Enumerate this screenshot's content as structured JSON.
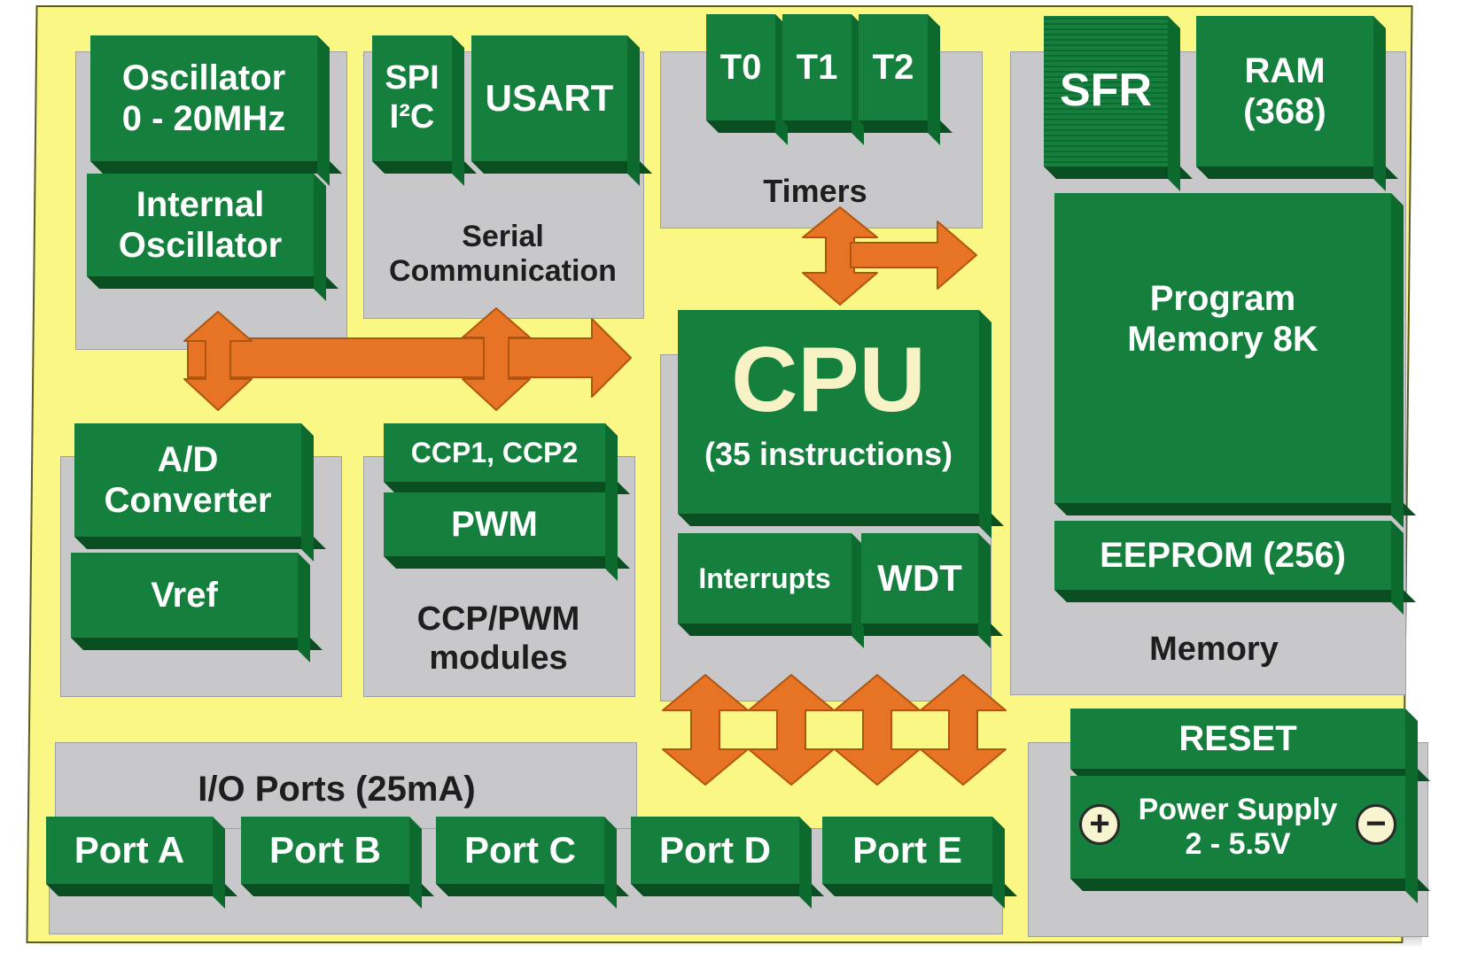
{
  "blocks": {
    "oscillator": "Oscillator\n0 - 20MHz",
    "internal_oscillator": "Internal\nOscillator",
    "spi": "SPI",
    "i2c": "I²C",
    "usart": "USART",
    "t0": "T0",
    "t1": "T1",
    "t2": "T2",
    "sfr": "SFR",
    "ram": "RAM\n(368)",
    "program_memory": "Program\nMemory 8K",
    "eeprom": "EEPROM (256)",
    "cpu": "CPU",
    "cpu_instructions": "(35 instructions)",
    "interrupts": "Interrupts",
    "wdt": "WDT",
    "ad_converter": "A/D\nConverter",
    "vref": "Vref",
    "ccp": "CCP1, CCP2",
    "pwm": "PWM",
    "reset": "RESET",
    "power_supply": "Power Supply\n2 - 5.5V",
    "plus_sign": "+",
    "minus_sign": "−",
    "ports": [
      "Port A",
      "Port B",
      "Port C",
      "Port D",
      "Port E"
    ]
  },
  "labels": {
    "serial": "Serial\nCommunication",
    "timers": "Timers",
    "ccp_pwm": "CCP/PWM\nmodules",
    "memory": "Memory",
    "io_ports": "I/O Ports (25mA)"
  },
  "colors": {
    "board": "#fbf785",
    "block": "#15803e",
    "panel": "#c8c8ca",
    "arrow": "#e77425"
  }
}
